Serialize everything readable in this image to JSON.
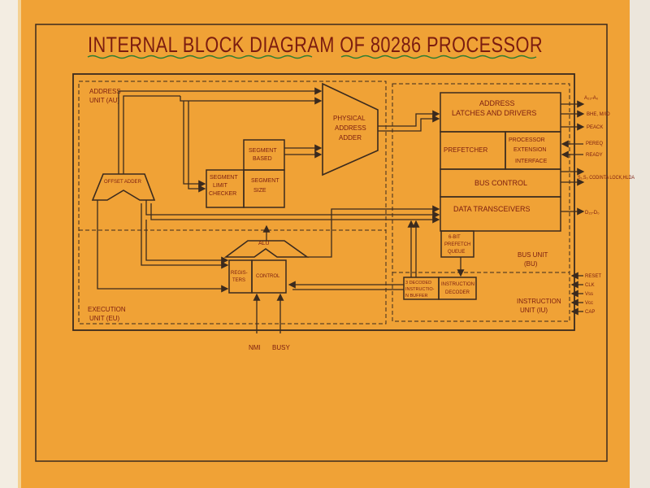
{
  "title": "INTERNAL BLOCK DIAGRAM OF  80286  PROCESSOR",
  "colors": {
    "paper": "#f0a236",
    "ink": "#3a2a1e",
    "title_ink": "#7b1c10",
    "underline": "#2e7d32",
    "wall": "#f3ede2"
  },
  "units": {
    "address_unit": [
      "ADDRESS",
      "UNIT (AU)"
    ],
    "execution_unit": [
      "EXECUTION",
      "UNIT (EU)"
    ],
    "bus_unit": [
      "BUS UNIT",
      "(BU)"
    ],
    "instruction_unit": [
      "INSTRUCTION",
      "UNIT (IU)"
    ]
  },
  "blocks": {
    "physical_address_adder": [
      "PHYSICAL",
      "ADDRESS",
      "ADDER"
    ],
    "segment_based": [
      "SEGMENT",
      "BASED"
    ],
    "segment_limit_checker": [
      "SEGMENT",
      "LIMIT",
      "CHECKER"
    ],
    "segment_size": [
      "SEGMENT",
      "SIZE"
    ],
    "offset_adder": "OFFSET ADDER",
    "alu": "ALU",
    "registers": [
      "REGIS-",
      "TERS"
    ],
    "control": "CONTROL",
    "address_latches": [
      "ADDRESS",
      "LATCHES  AND  DRIVERS"
    ],
    "prefetcher": "PREFETCHER",
    "processor_extension": [
      "PROCESSOR",
      "EXTENSION",
      "INTERFACE"
    ],
    "bus_control": "BUS CONTROL",
    "data_transceivers": "DATA  TRANSCEIVERS",
    "prefetch_queue": [
      "6-BIT",
      "PREFETCH",
      "QUEUE"
    ],
    "decoded_buffer": [
      "3 DECODED",
      "INSTRUCTIO-",
      "N BUFFER"
    ],
    "instruction_decoder": [
      "INSTRUCTION",
      "DECODER"
    ]
  },
  "inputs": {
    "nmi": "NMI",
    "busy": "BUSY"
  },
  "pins_right": [
    "A₂₃-A₀",
    "BHE, M/IO",
    "PEACK",
    "PEREQ",
    "READY",
    "S₁,S₀ CODINTA LOCK,HLDA",
    "D₁₅-D₀"
  ],
  "pins_ctrl": [
    "RESET",
    "CLK",
    "Vss",
    "Vcc",
    "CAP"
  ]
}
